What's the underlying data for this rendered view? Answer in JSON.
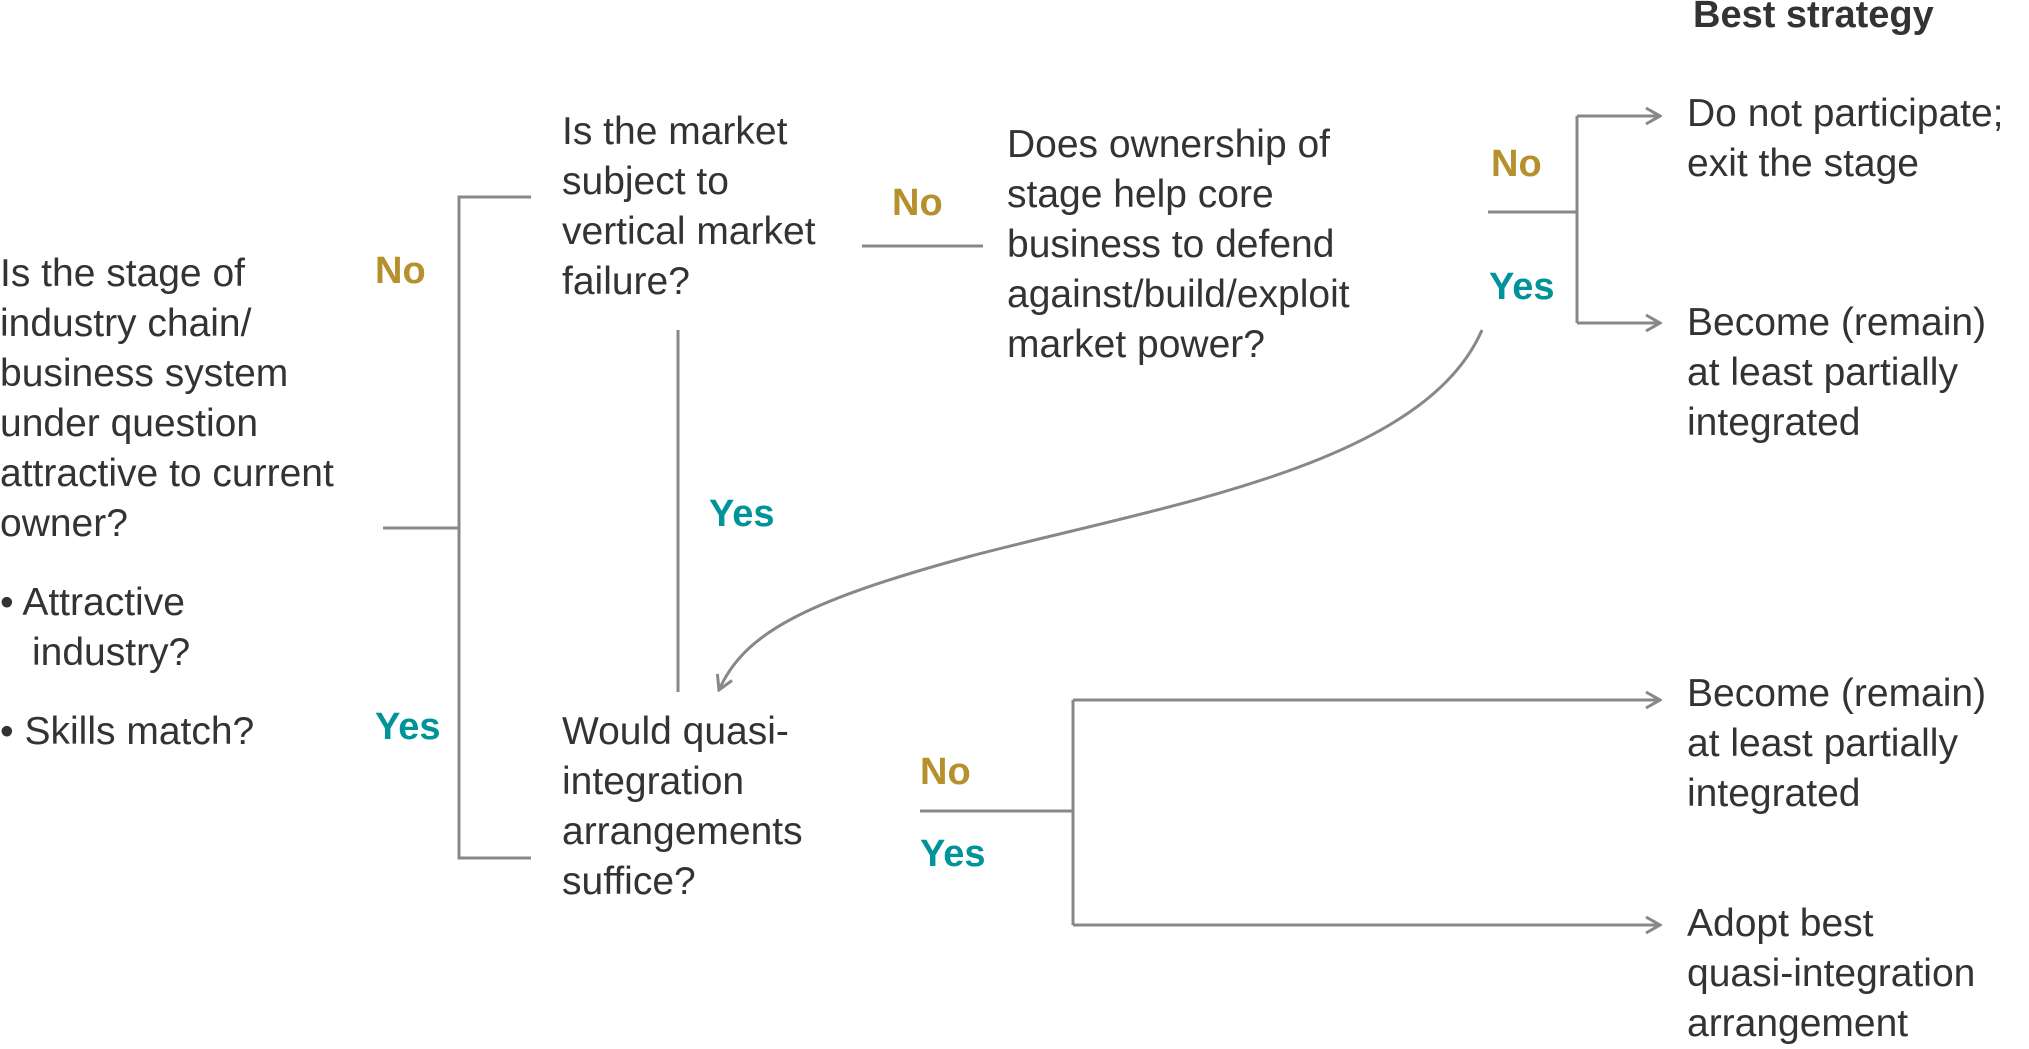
{
  "header": {
    "best_strategy": "Best strategy"
  },
  "questions": {
    "q1": {
      "lines": [
        "Is the stage of",
        "industry chain/",
        "business system",
        "under question",
        "attractive to current",
        "owner?"
      ],
      "bullets": [
        "• Attractive",
        "industry?",
        "• Skills match?"
      ]
    },
    "q2": {
      "lines": [
        "Is the market",
        "subject to",
        "vertical market",
        "failure?"
      ]
    },
    "q3": {
      "lines": [
        "Does ownership of",
        "stage help core",
        "business to defend",
        "against/build/exploit",
        "market power?"
      ]
    },
    "q4": {
      "lines": [
        "Would quasi-",
        "integration",
        "arrangements",
        "suffice?"
      ]
    }
  },
  "labels": {
    "no": "No",
    "yes": "Yes"
  },
  "outcomes": {
    "o1": {
      "lines": [
        "Do not participate;",
        "exit the stage"
      ]
    },
    "o2": {
      "lines": [
        "Become (remain)",
        "at least partially",
        "integrated"
      ]
    },
    "o3": {
      "lines": [
        "Become (remain)",
        "at least partially",
        "integrated"
      ]
    },
    "o4": {
      "lines": [
        "Adopt best",
        "quasi-integration",
        "arrangement"
      ]
    }
  },
  "colors": {
    "no": "#B5902D",
    "yes": "#00949A",
    "text": "#333333",
    "connector": "#888888"
  }
}
